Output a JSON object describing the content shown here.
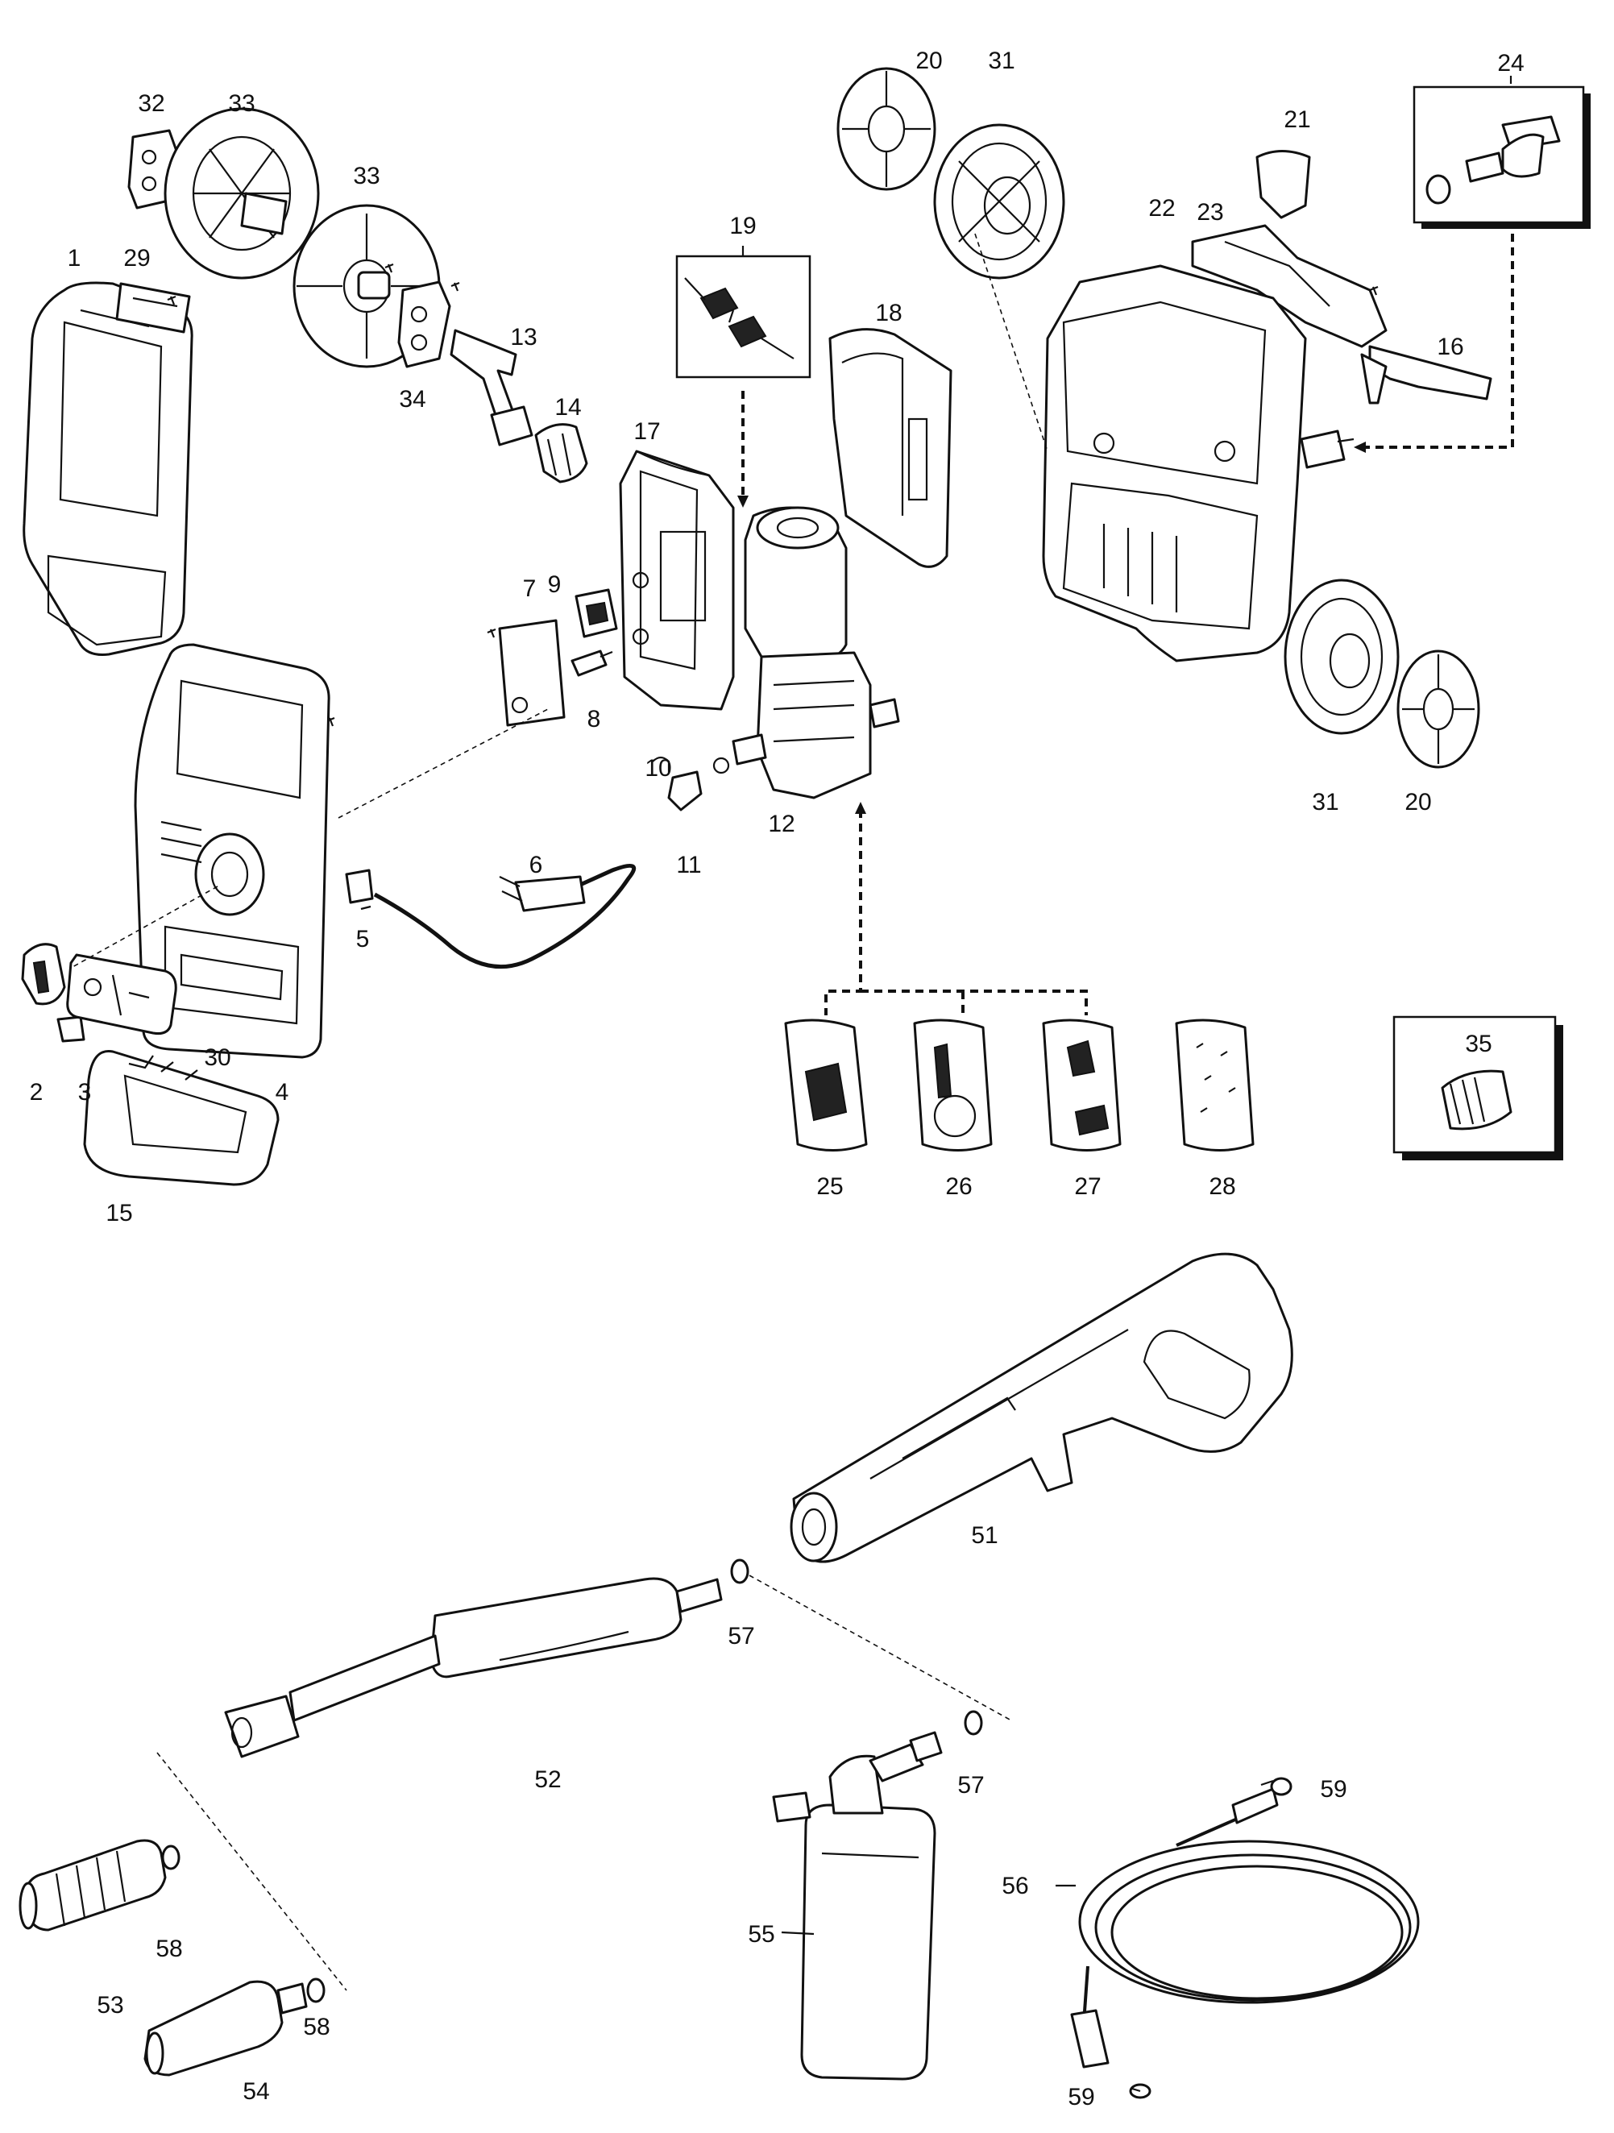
{
  "parts": {
    "p1": "1",
    "p2": "2",
    "p3": "3",
    "p4": "4",
    "p5": "5",
    "p6": "6",
    "p7": "7",
    "p8": "8",
    "p9": "9",
    "p10": "10",
    "p11": "11",
    "p12": "12",
    "p13": "13",
    "p14": "14",
    "p15": "15",
    "p16": "16",
    "p17": "17",
    "p18": "18",
    "p19": "19",
    "p20": "20",
    "p21": "21",
    "p22": "22",
    "p23": "23",
    "p24": "24",
    "p25": "25",
    "p26": "26",
    "p27": "27",
    "p28": "28",
    "p29": "29",
    "p30": "30",
    "p31": "31",
    "p32": "32",
    "p33": "33",
    "p34": "34",
    "p35": "35",
    "p51": "51",
    "p52": "52",
    "p53": "53",
    "p54": "54",
    "p55": "55",
    "p56": "56",
    "p57": "57",
    "p58": "58",
    "p59": "59"
  }
}
